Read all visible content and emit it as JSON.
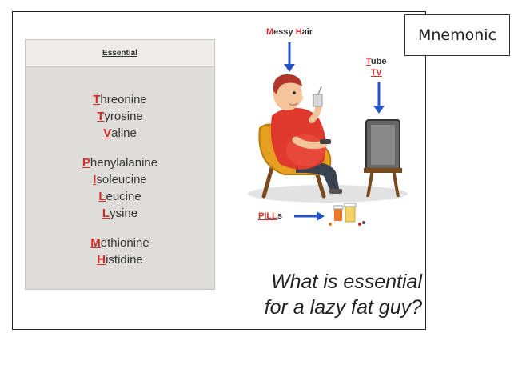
{
  "tag": {
    "label": "Mnemonic"
  },
  "table": {
    "header": "Essential",
    "groups": [
      [
        {
          "first": "T",
          "rest": "hreonine"
        },
        {
          "first": "T",
          "rest": "yrosine"
        },
        {
          "first": "V",
          "rest": "aline"
        }
      ],
      [
        {
          "first": "P",
          "rest": "henylalanine"
        },
        {
          "first": "I",
          "rest": "soleucine"
        },
        {
          "first": "L",
          "rest": "eucine"
        },
        {
          "first": "L",
          "rest": "ysine"
        }
      ],
      [
        {
          "first": "M",
          "rest": "ethionine"
        },
        {
          "first": "H",
          "rest": "istidine"
        }
      ]
    ]
  },
  "labels": {
    "messy_m": "M",
    "messy_rest": "essy ",
    "hair_h": "H",
    "hair_rest": "air",
    "tube_t": "T",
    "tube_rest": "ube",
    "tv": "TV",
    "pills_u": "PILL",
    "pills_s": "s"
  },
  "question": {
    "line1": "What is essential",
    "line2": "for a lazy fat guy?"
  },
  "colors": {
    "accent_red": "#d52b2b",
    "arrow_blue": "#2553c7",
    "panel_gray": "#deddd9"
  }
}
